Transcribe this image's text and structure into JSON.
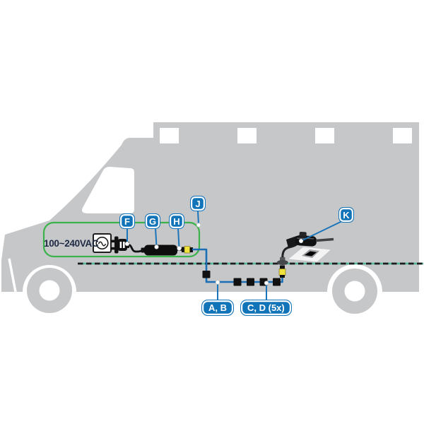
{
  "diagram": {
    "kind": "vehicle-installation-diagram",
    "vehicle": "ambulance-van-silhouette",
    "power": {
      "label": "100~240VAC"
    },
    "callouts": {
      "f": "F",
      "g": "G",
      "h": "H",
      "j": "J",
      "k": "K",
      "ab": "A, B",
      "cd": "C, D (5x)"
    },
    "icons": [
      "ac-power-icon",
      "power-plug-icon"
    ],
    "colors": {
      "van_gray": "#c6c7c9",
      "callout_blue": "#1173b8",
      "cable_blue": "#1b6fb5",
      "enclosure_green": "#3bb24a",
      "floorline_teal": "#52b79c",
      "connector_yellow": "#efe23e"
    }
  }
}
